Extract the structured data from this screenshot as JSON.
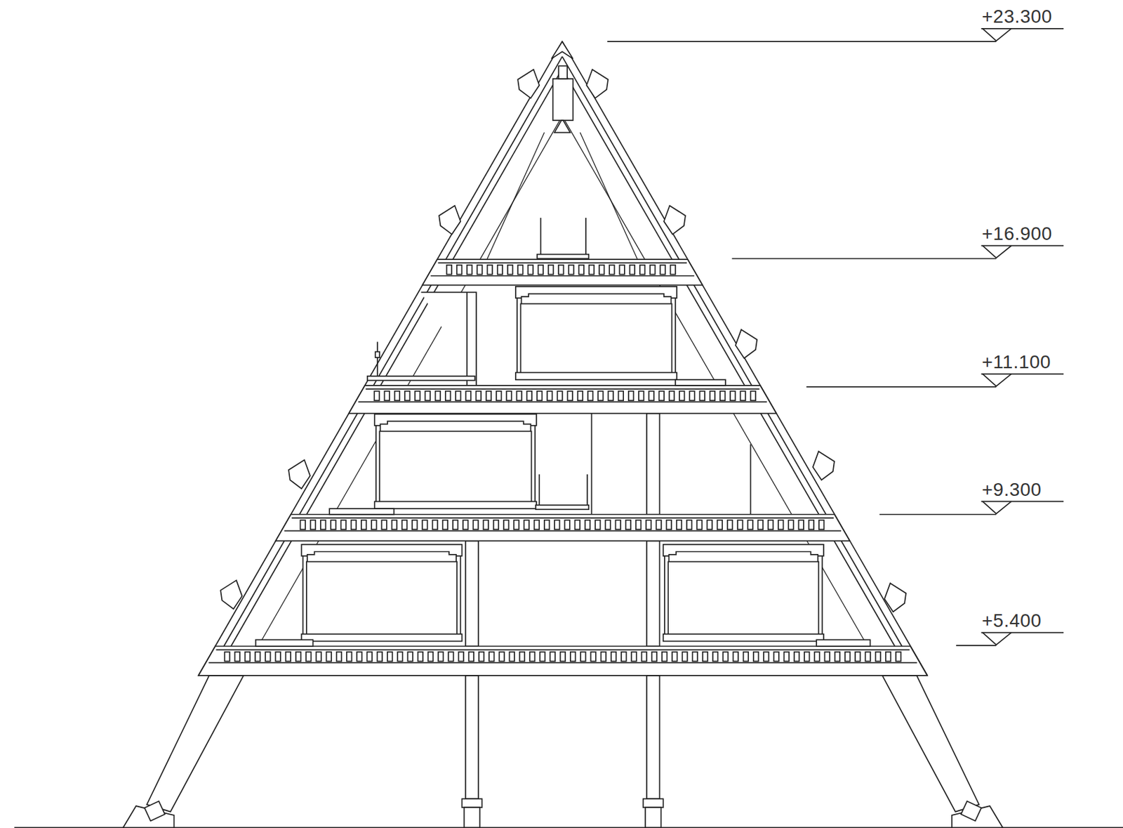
{
  "diagram": {
    "labels": [
      "+23.300",
      "+16.900",
      "+11.100",
      "+9.300",
      "+5.400"
    ]
  }
}
